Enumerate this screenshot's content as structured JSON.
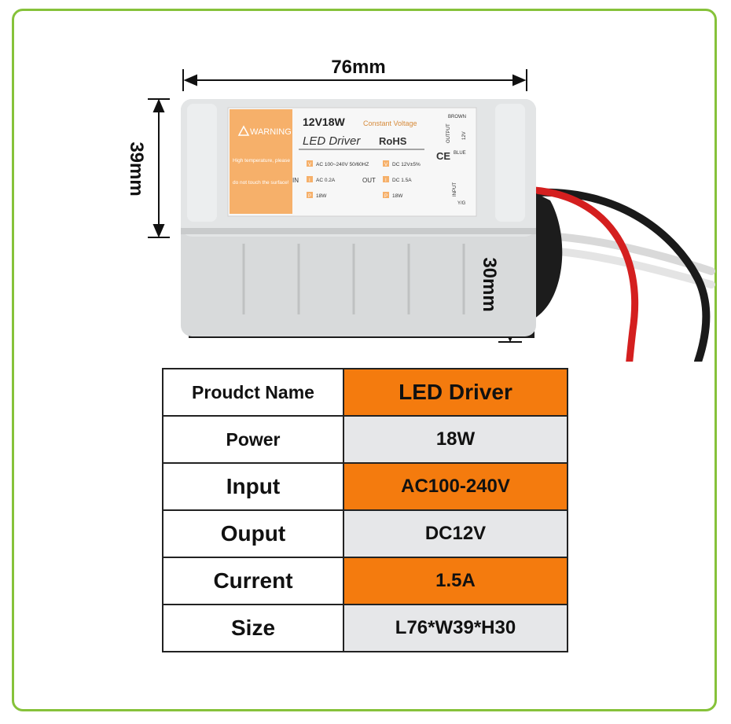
{
  "dimensions": {
    "length": "76mm",
    "width": "39mm",
    "height": "30mm"
  },
  "device_label": {
    "warning": "WARNING",
    "warning_note_1": "High temperature, please",
    "warning_note_2": "do not touch the surface!",
    "model": "12V18W",
    "constant_voltage": "Constant Voltage",
    "name": "LED Driver",
    "rohs": "RoHS",
    "in_label": "IN",
    "out_label": "OUT",
    "in_v": "AC 100~240V 50/60HZ",
    "in_i": "AC 0.2A",
    "in_p": "18W",
    "out_v": "DC 12V±5%",
    "out_i": "DC 1.5A",
    "out_p": "18W",
    "brown": "BROWN",
    "blue": "BLUE",
    "output": "OUTPUT",
    "output_v": "12V",
    "input": "INPUT",
    "yg": "Y/G",
    "ce": "CE",
    "v_tag": "V",
    "i_tag": "I",
    "p_tag": "P"
  },
  "spec_table": [
    {
      "label": "Proudct Name",
      "value": "LED Driver"
    },
    {
      "label": "Power",
      "value": "18W"
    },
    {
      "label": "Input",
      "value": "AC100-240V"
    },
    {
      "label": "Ouput",
      "value": "DC12V"
    },
    {
      "label": "Current",
      "value": "1.5A"
    },
    {
      "label": "Size",
      "value": "L76*W39*H30"
    }
  ],
  "colors": {
    "frame_border": "#86c23a",
    "highlight": "#f47b0e",
    "cell_gray": "#e6e7e9",
    "label_orange": "#f6b06a"
  }
}
